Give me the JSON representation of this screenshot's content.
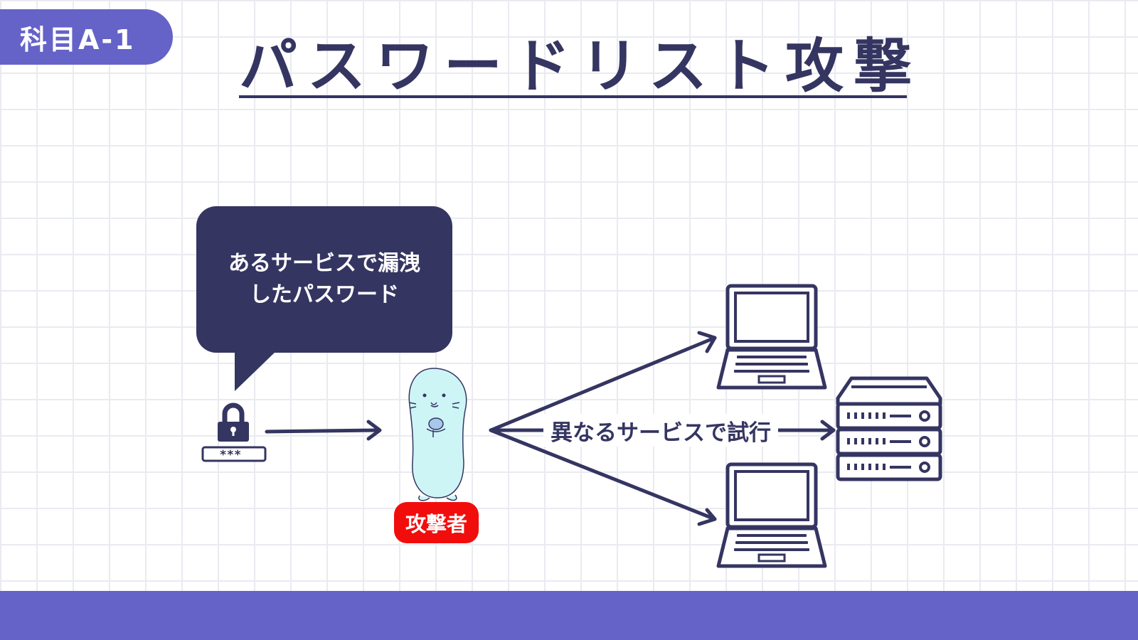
{
  "badge": {
    "label": "科目A-1"
  },
  "title": "パスワードリスト攻撃",
  "bubble": {
    "line1": "あるサービスで漏洩",
    "line2": "したパスワード"
  },
  "password_field": {
    "mask": "***_"
  },
  "attacker": {
    "label": "攻撃者"
  },
  "arrow": {
    "label": "異なるサービスで試行"
  },
  "icons": {
    "lock": "lock-icon",
    "password": "password-field-icon",
    "character": "seal-character-icon",
    "laptop": "laptop-icon",
    "server": "server-rack-icon"
  },
  "colors": {
    "navy": "#353562",
    "purple": "#6563c8",
    "red": "#f20d0d",
    "seal": "#cdf5f6"
  }
}
